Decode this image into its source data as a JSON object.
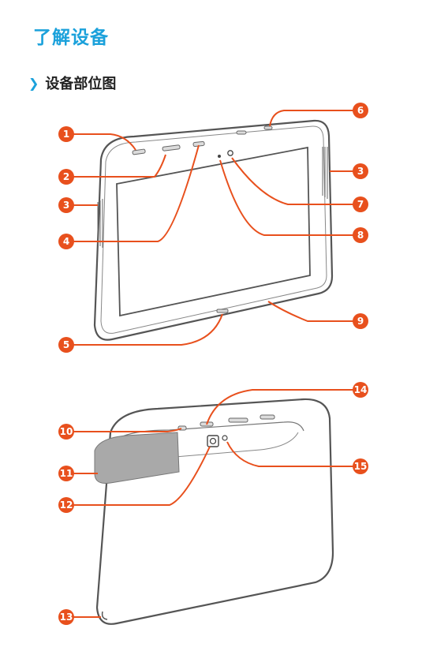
{
  "title": "了解设备",
  "section": {
    "heading": "设备部位图"
  },
  "callouts": {
    "c1": "1",
    "c2": "2",
    "c3a": "3",
    "c3b": "3",
    "c4": "4",
    "c5": "5",
    "c6": "6",
    "c7": "7",
    "c8": "8",
    "c9": "9",
    "c10": "10",
    "c11": "11",
    "c12": "12",
    "c13": "13",
    "c14": "14",
    "c15": "15"
  },
  "colors": {
    "title": "#1ba1db",
    "callout": "#e8501d",
    "outline": "#555555",
    "screen": "#ffffff"
  }
}
